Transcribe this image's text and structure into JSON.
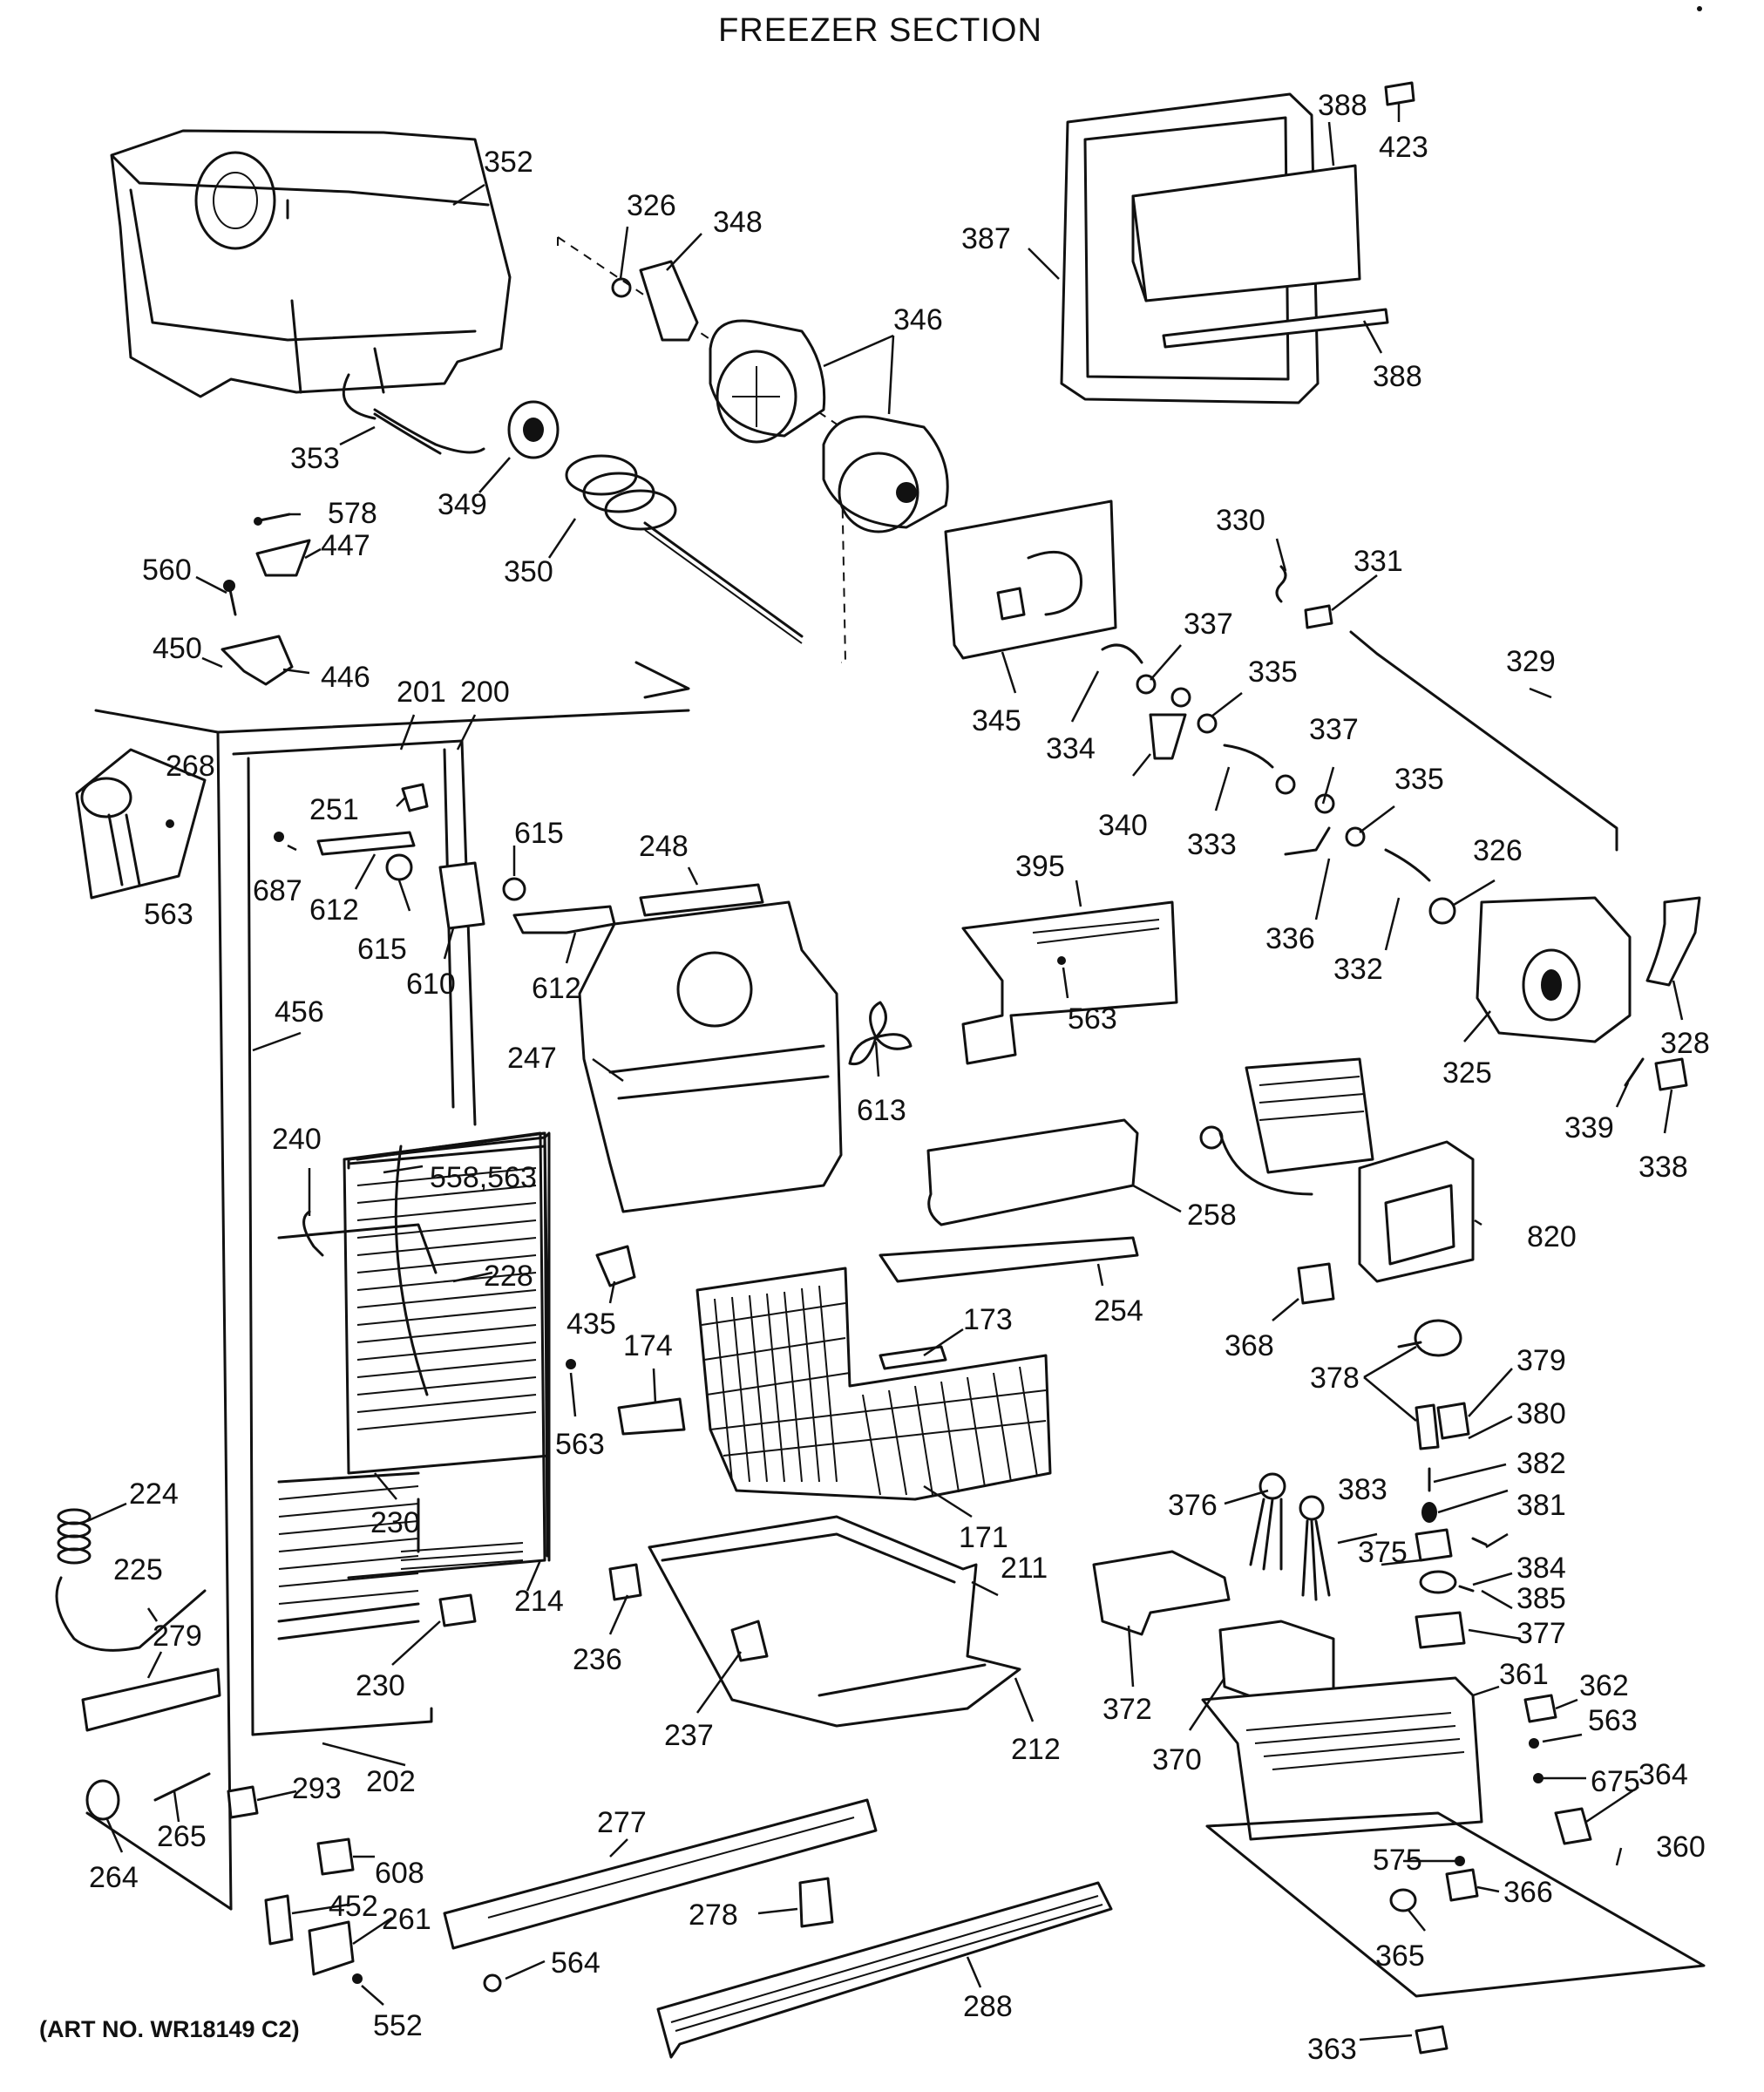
{
  "title": "FREEZER SECTION",
  "art_number": "(ART NO. WR18149 C2)",
  "labels": [
    {
      "id": "352",
      "text": "352"
    },
    {
      "id": "326a",
      "text": "326"
    },
    {
      "id": "348",
      "text": "348"
    },
    {
      "id": "346",
      "text": "346"
    },
    {
      "id": "387",
      "text": "387"
    },
    {
      "id": "388a",
      "text": "388"
    },
    {
      "id": "423",
      "text": "423"
    },
    {
      "id": "388b",
      "text": "388"
    },
    {
      "id": "353",
      "text": "353"
    },
    {
      "id": "349",
      "text": "349"
    },
    {
      "id": "578",
      "text": "578"
    },
    {
      "id": "447",
      "text": "447"
    },
    {
      "id": "350",
      "text": "350"
    },
    {
      "id": "560",
      "text": "560"
    },
    {
      "id": "450",
      "text": "450"
    },
    {
      "id": "446",
      "text": "446"
    },
    {
      "id": "201",
      "text": "201"
    },
    {
      "id": "200",
      "text": "200"
    },
    {
      "id": "268",
      "text": "268"
    },
    {
      "id": "563a",
      "text": "563"
    },
    {
      "id": "330",
      "text": "330"
    },
    {
      "id": "331",
      "text": "331"
    },
    {
      "id": "329",
      "text": "329"
    },
    {
      "id": "337a",
      "text": "337"
    },
    {
      "id": "335a",
      "text": "335"
    },
    {
      "id": "345",
      "text": "345"
    },
    {
      "id": "334",
      "text": "334"
    },
    {
      "id": "340",
      "text": "340"
    },
    {
      "id": "333",
      "text": "333"
    },
    {
      "id": "337b",
      "text": "337"
    },
    {
      "id": "335b",
      "text": "335"
    },
    {
      "id": "326b",
      "text": "326"
    },
    {
      "id": "336",
      "text": "336"
    },
    {
      "id": "332",
      "text": "332"
    },
    {
      "id": "251",
      "text": "251"
    },
    {
      "id": "687",
      "text": "687"
    },
    {
      "id": "612a",
      "text": "612"
    },
    {
      "id": "615a",
      "text": "615"
    },
    {
      "id": "615b",
      "text": "615"
    },
    {
      "id": "610",
      "text": "610"
    },
    {
      "id": "612b",
      "text": "612"
    },
    {
      "id": "248",
      "text": "248"
    },
    {
      "id": "395",
      "text": "395"
    },
    {
      "id": "563b",
      "text": "563"
    },
    {
      "id": "328",
      "text": "328"
    },
    {
      "id": "325",
      "text": "325"
    },
    {
      "id": "339",
      "text": "339"
    },
    {
      "id": "338",
      "text": "338"
    },
    {
      "id": "456",
      "text": "456"
    },
    {
      "id": "247",
      "text": "247"
    },
    {
      "id": "613",
      "text": "613"
    },
    {
      "id": "240",
      "text": "240"
    },
    {
      "id": "558563",
      "text": "558,563"
    },
    {
      "id": "228",
      "text": "228"
    },
    {
      "id": "258",
      "text": "258"
    },
    {
      "id": "820",
      "text": "820"
    },
    {
      "id": "435",
      "text": "435"
    },
    {
      "id": "174",
      "text": "174"
    },
    {
      "id": "173",
      "text": "173"
    },
    {
      "id": "254",
      "text": "254"
    },
    {
      "id": "368",
      "text": "368"
    },
    {
      "id": "563c",
      "text": "563"
    },
    {
      "id": "378",
      "text": "378"
    },
    {
      "id": "379",
      "text": "379"
    },
    {
      "id": "380",
      "text": "380"
    },
    {
      "id": "382",
      "text": "382"
    },
    {
      "id": "224",
      "text": "224"
    },
    {
      "id": "230a",
      "text": "230"
    },
    {
      "id": "171",
      "text": "171"
    },
    {
      "id": "376",
      "text": "376"
    },
    {
      "id": "383",
      "text": "383"
    },
    {
      "id": "381",
      "text": "381"
    },
    {
      "id": "375",
      "text": "375"
    },
    {
      "id": "225",
      "text": "225"
    },
    {
      "id": "211",
      "text": "211"
    },
    {
      "id": "384",
      "text": "384"
    },
    {
      "id": "385",
      "text": "385"
    },
    {
      "id": "214",
      "text": "214"
    },
    {
      "id": "279",
      "text": "279"
    },
    {
      "id": "236",
      "text": "236"
    },
    {
      "id": "377",
      "text": "377"
    },
    {
      "id": "230b",
      "text": "230"
    },
    {
      "id": "361",
      "text": "361"
    },
    {
      "id": "362",
      "text": "362"
    },
    {
      "id": "563d",
      "text": "563"
    },
    {
      "id": "372",
      "text": "372"
    },
    {
      "id": "237",
      "text": "237"
    },
    {
      "id": "212",
      "text": "212"
    },
    {
      "id": "370",
      "text": "370"
    },
    {
      "id": "202",
      "text": "202"
    },
    {
      "id": "675",
      "text": "675"
    },
    {
      "id": "364",
      "text": "364"
    },
    {
      "id": "293",
      "text": "293"
    },
    {
      "id": "265",
      "text": "265"
    },
    {
      "id": "277",
      "text": "277"
    },
    {
      "id": "360",
      "text": "360"
    },
    {
      "id": "608",
      "text": "608"
    },
    {
      "id": "575",
      "text": "575"
    },
    {
      "id": "264",
      "text": "264"
    },
    {
      "id": "452",
      "text": "452"
    },
    {
      "id": "278",
      "text": "278"
    },
    {
      "id": "366",
      "text": "366"
    },
    {
      "id": "261",
      "text": "261"
    },
    {
      "id": "564",
      "text": "564"
    },
    {
      "id": "365",
      "text": "365"
    },
    {
      "id": "288",
      "text": "288"
    },
    {
      "id": "552",
      "text": "552"
    },
    {
      "id": "363",
      "text": "363"
    }
  ]
}
